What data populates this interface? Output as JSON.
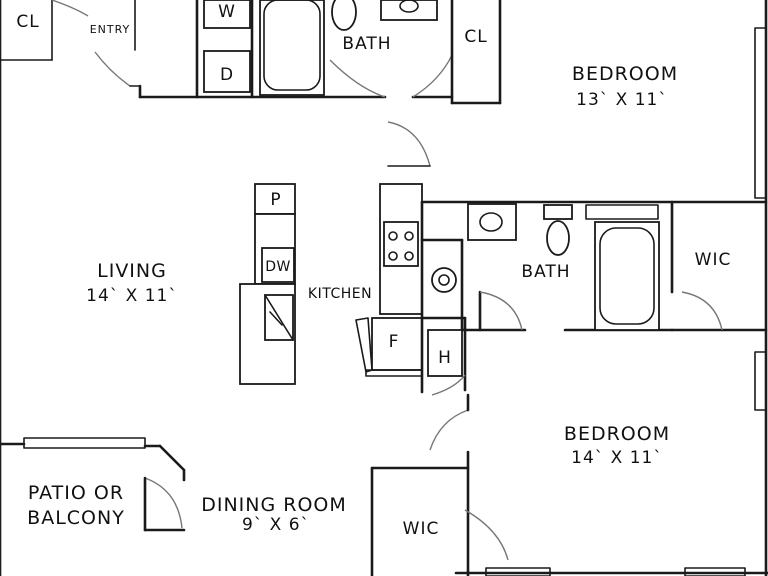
{
  "floorplan": {
    "rooms": {
      "closet_top_left": "CL",
      "entry": "ENTRY",
      "bath_top": "BATH",
      "closet_top_right": "CL",
      "bedroom_top": {
        "name": "BEDROOM",
        "size": "13` X 11`"
      },
      "living": {
        "name": "LIVING",
        "size": "14` X 11`"
      },
      "kitchen": "KITCHEN",
      "bath_mid": "BATH",
      "wic_right": "WIC",
      "bedroom_bottom": {
        "name": "BEDROOM",
        "size": "14` X 11`"
      },
      "patio": {
        "line1": "PATIO OR",
        "line2": "BALCONY"
      },
      "dining": {
        "name": "DINING ROOM",
        "size": "9` X 6`"
      },
      "wic_bottom": "WIC"
    },
    "appliances": {
      "washer": "W",
      "dryer": "D",
      "pantry": "P",
      "dishwasher": "DW",
      "fridge": "F",
      "water_heater": "H"
    }
  }
}
